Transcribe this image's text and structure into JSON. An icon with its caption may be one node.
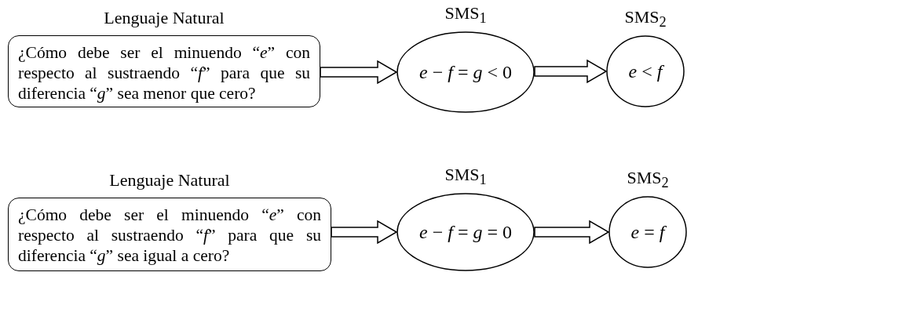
{
  "diagram": {
    "nodes": [
      {
        "text": [
          "Lenguaje Natural",
          "¿Cómo debe ser el minuendo “*e*” con respecto al sustraendo “*f*” para que su diferencia “*g*” sea menor que cero?"
        ]
      },
      {
        "text": [
          "SMS$_{1}$",
          "*e* − *f* = *g* < 0"
        ]
      },
      {
        "text": [
          "SMS$_{2}$",
          "*e* < *f*"
        ]
      },
      {
        "text": [
          "Lenguaje Natural",
          "¿Cómo debe ser el minuendo “*e*” con respecto al sustraendo “*f*” para que su diferencia “*g*” sea igual a cero?"
        ]
      },
      {
        "text": [
          "SMS$_{1}$",
          "*e* − *f* = *g* = 0"
        ]
      },
      {
        "text": [
          "SMS$_{2}$",
          "*e* = *f*"
        ]
      }
    ],
    "edges": [
      {
        "from": 0,
        "to": 1,
        "arrow": "to"
      },
      {
        "from": 1,
        "to": 2,
        "arrow": "to"
      },
      {
        "from": 3,
        "to": 4,
        "arrow": "to"
      },
      {
        "from": 4,
        "to": 5,
        "arrow": "to"
      }
    ]
  }
}
